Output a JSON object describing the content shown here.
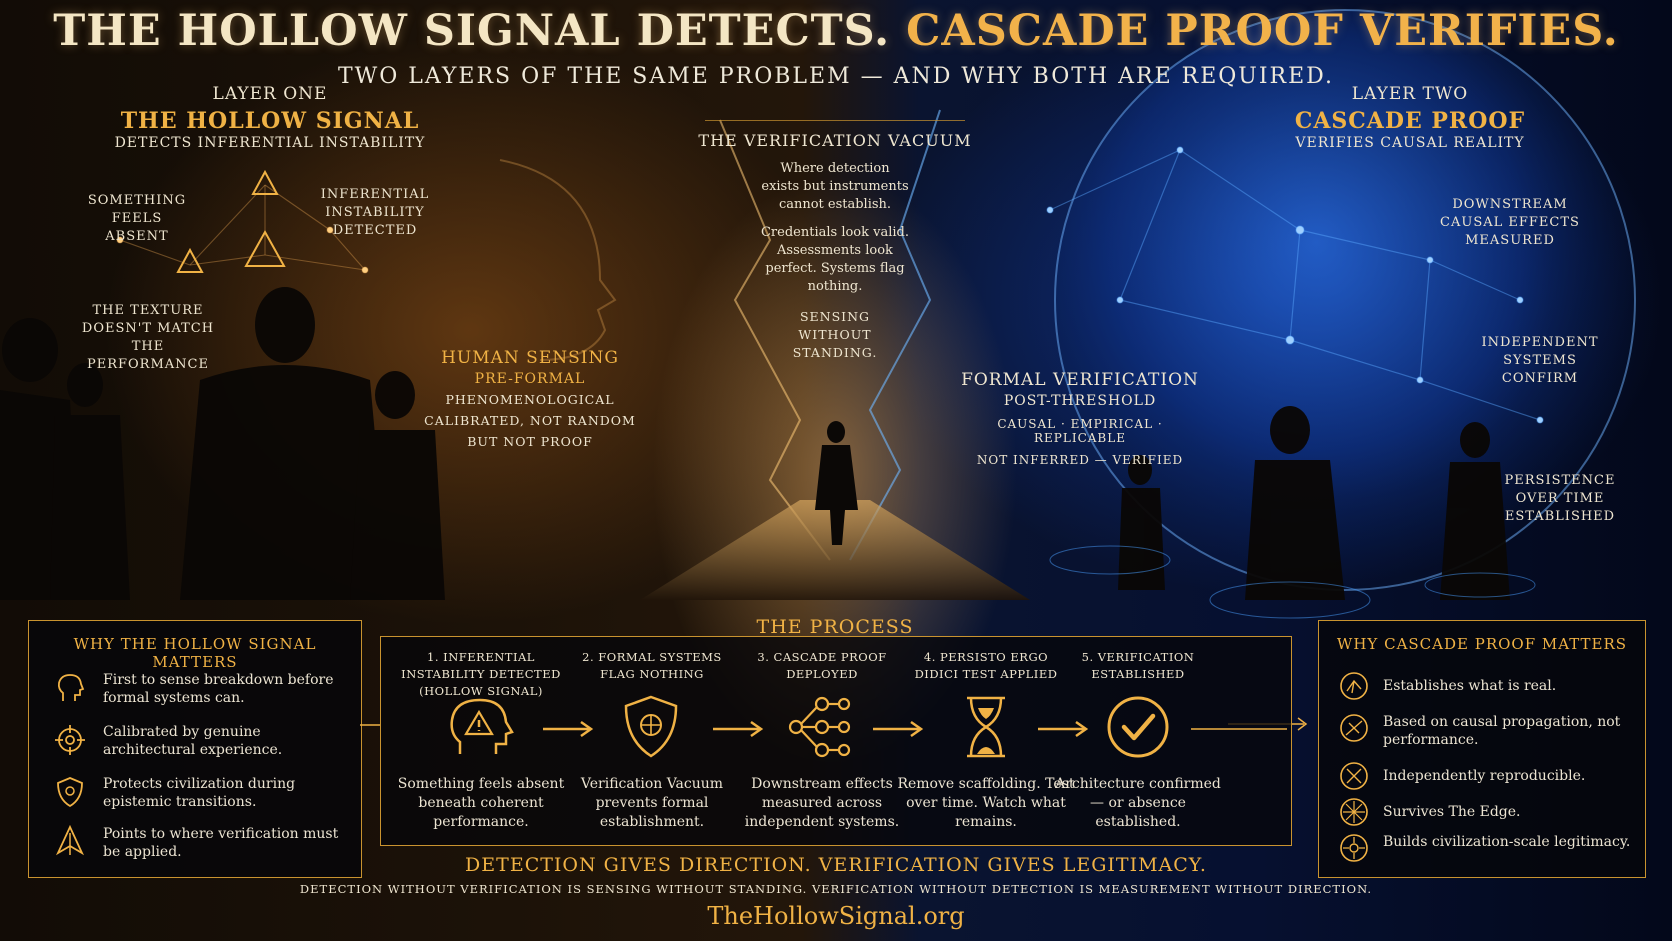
{
  "header": {
    "title_part1": "THE HOLLOW SIGNAL DETECTS.",
    "title_part2": "CASCADE PROOF VERIFIES.",
    "subtitle": "TWO LAYERS OF THE SAME PROBLEM — AND WHY BOTH ARE REQUIRED."
  },
  "layer_one": {
    "kicker": "LAYER ONE",
    "name": "THE HOLLOW SIGNAL",
    "tagline": "DETECTS INFERENTIAL INSTABILITY",
    "notes": [
      "SOMETHING FEELS ABSENT",
      "INFERENTIAL INSTABILITY DETECTED",
      "THE TEXTURE DOESN'T MATCH THE PERFORMANCE"
    ],
    "sensing": {
      "title": "HUMAN SENSING",
      "subtitle": "PRE-FORMAL",
      "line1": "PHENOMENOLOGICAL",
      "line2": "CALIBRATED, NOT RANDOM",
      "line3": "BUT NOT PROOF"
    }
  },
  "vacuum": {
    "title": "THE VERIFICATION VACUUM",
    "para1": "Where detection exists but instruments cannot establish.",
    "para2": "Credentials look valid. Assessments look perfect. Systems flag nothing.",
    "para3": "SENSING WITHOUT STANDING."
  },
  "layer_two": {
    "kicker": "LAYER TWO",
    "name": "CASCADE PROOF",
    "tagline": "VERIFIES CAUSAL REALITY",
    "notes": [
      "DOWNSTREAM CAUSAL EFFECTS MEASURED",
      "INDEPENDENT SYSTEMS CONFIRM",
      "PERSISTENCE OVER TIME ESTABLISHED"
    ],
    "verification": {
      "title": "FORMAL VERIFICATION",
      "subtitle": "POST-THRESHOLD",
      "line1": "CAUSAL · EMPIRICAL · REPLICABLE",
      "line2": "NOT INFERRED — VERIFIED"
    }
  },
  "left_panel": {
    "title": "WHY THE HOLLOW SIGNAL MATTERS",
    "items": [
      {
        "icon": "head-silhouette-icon",
        "text": "First to sense breakdown before formal systems can."
      },
      {
        "icon": "target-icon",
        "text": "Calibrated by genuine architectural experience."
      },
      {
        "icon": "shield-icon",
        "text": "Protects civilization during epistemic transitions."
      },
      {
        "icon": "compass-arrow-icon",
        "text": "Points to where verification must be applied."
      }
    ]
  },
  "process": {
    "title": "THE PROCESS",
    "steps": [
      {
        "heading": "1. INFERENTIAL INSTABILITY DETECTED (HOLLOW SIGNAL)",
        "icon": "warning-head-icon",
        "desc": "Something feels absent beneath coherent performance."
      },
      {
        "heading": "2. FORMAL SYSTEMS FLAG NOTHING",
        "icon": "shield-icon",
        "desc": "Verification Vacuum prevents formal establishment."
      },
      {
        "heading": "3. CASCADE PROOF DEPLOYED",
        "icon": "network-nodes-icon",
        "desc": "Downstream effects measured across independent systems."
      },
      {
        "heading": "4. PERSISTO ERGO DIDICI TEST APPLIED",
        "icon": "hourglass-icon",
        "desc": "Remove scaffolding. Test over time. Watch what remains."
      },
      {
        "heading": "5. VERIFICATION ESTABLISHED",
        "icon": "checkmark-circle-icon",
        "desc": "Architecture confirmed — or absence established."
      }
    ]
  },
  "right_panel": {
    "title": "WHY CASCADE PROOF MATTERS",
    "items": [
      {
        "icon": "network-circle-icon",
        "text": "Establishes what is real."
      },
      {
        "icon": "cascade-circle-icon",
        "text": "Based on causal propagation, not performance."
      },
      {
        "icon": "cross-circle-icon",
        "text": "Independently reproducible."
      },
      {
        "icon": "star-circle-icon",
        "text": "Survives The Edge."
      },
      {
        "icon": "burst-circle-icon",
        "text": "Builds civilization-scale legitimacy."
      }
    ]
  },
  "footer": {
    "tagline": "DETECTION GIVES DIRECTION. VERIFICATION GIVES LEGITIMACY.",
    "subline": "DETECTION WITHOUT VERIFICATION IS SENSING WITHOUT STANDING.  VERIFICATION WITHOUT DETECTION IS MEASUREMENT WITHOUT DIRECTION.",
    "url": "TheHollowSignal.org"
  },
  "colors": {
    "gold": "#f0b245",
    "cream": "#efe6d0",
    "blue": "#3a8cff",
    "panel_border": "#c9932f"
  }
}
